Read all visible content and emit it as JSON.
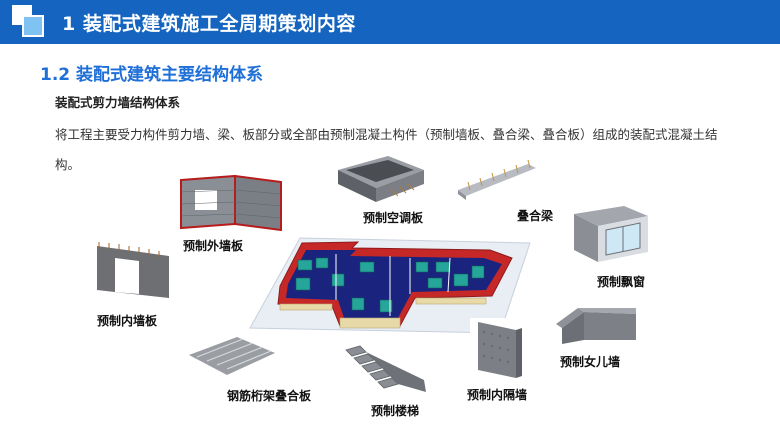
{
  "header": {
    "title": "1 装配式建筑施工全周期策划内容"
  },
  "section": {
    "title": "1.2 装配式建筑主要结构体系"
  },
  "subtitle": "装配式剪力墙结构体系",
  "paragraph": "将工程主要受力构件剪力墙、梁、板部分或全部由预制混凝土构件（预制墙板、叠合梁、叠合板）组成的装配式混凝土结构。",
  "labels": {
    "exterior_wall": "预制外墙板",
    "interior_wall": "预制内墙板",
    "ac_slab": "预制空调板",
    "composite_beam": "叠合梁",
    "bay_window": "预制飘窗",
    "parapet": "预制女儿墙",
    "truss_slab": "钢筋桁架叠合板",
    "stair": "预制楼梯",
    "partition": "预制内隔墙"
  },
  "colors": {
    "header_bg": "#1565c0",
    "section_title": "#1e6fd8"
  }
}
